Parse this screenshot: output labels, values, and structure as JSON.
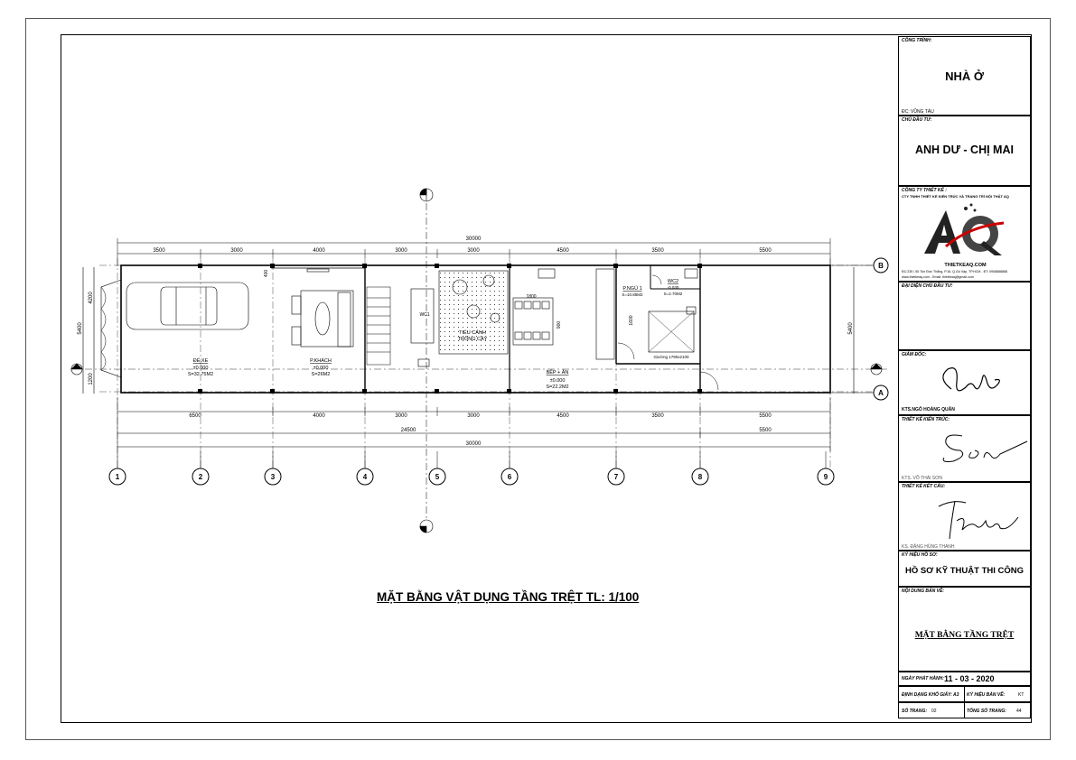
{
  "drawing_title": "MẶT BẰNG VẬT DỤNG TẦNG TRỆT TL: 1/100",
  "plan": {
    "top_total": "30000",
    "top_dims": [
      "3500",
      "3000",
      "4000",
      "3000",
      "3000",
      "4500",
      "3500",
      "5500"
    ],
    "bottom_dims": [
      "6500",
      "4000",
      "3000",
      "3000",
      "4500",
      "3500",
      "5500"
    ],
    "bottom_sub": [
      "24500",
      "5500"
    ],
    "bottom_total": "30000",
    "side_left": [
      "5400",
      "4200"
    ],
    "side_left_small": "1200",
    "side_right": "5400",
    "top_wall": "400",
    "axes_bottom": [
      "1",
      "2",
      "3",
      "4",
      "5",
      "6",
      "7",
      "8",
      "9"
    ],
    "axes_side": [
      "B",
      "A"
    ],
    "rooms": {
      "de_xe": {
        "name": "ĐỂ XE",
        "level": "±0.000",
        "area": "S=32.75M2"
      },
      "p_khach": {
        "name": "P.KHÁCH",
        "level": "±0.000",
        "area": "S=26M2"
      },
      "tieu_canh": {
        "name1": "TIỂU CẢNH",
        "name2": "TRỒNG CÂY"
      },
      "bep_an": {
        "name": "BẾP + ĂN",
        "level": "±0.000",
        "area": "S=22.2M2"
      },
      "p_ngu": {
        "name": "P.NGỦ 1",
        "area": "S=10.85M2"
      },
      "wc1": {
        "name": "WC1"
      },
      "wc2": {
        "name": "WC2",
        "level": "-0.030",
        "area": "S=2.70M2"
      },
      "bed_label": "Giường 1790x2100",
      "dim_1800": "1800",
      "dim_900": "900",
      "dim_1600": "1600"
    }
  },
  "titleblock": {
    "cong_trinh_label": "CÔNG TRÌNH:",
    "cong_trinh": "NHÀ Ở",
    "dia_chi": "ĐC:   VŨNG TÀU",
    "chu_dau_tu_label": "CHỦ ĐẦU TƯ:",
    "chu_dau_tu": "ANH DƯ - CHỊ MAI",
    "cty_label": "CÔNG TY THIẾT KẾ :",
    "cty_name": "CTY TNHH THIẾT KẾ KIẾN TRÚC VÀ TRANG TRÍ NỘI THẤT AQ",
    "logo_url_text": "THIETKEAQ.COM",
    "cty_addr": "ĐC:235 / 55 Tôn Đức Thắng, P.16, Q.Gò Vấp, TP.HCM - ĐT: 0908888888",
    "cty_web": "www.thietkeaq.com - Email: thietkeaq@gmail.com",
    "dai_dien_label": "ĐẠI DIỆN CHỦ ĐẦU TƯ:",
    "giam_doc_label": "GIÁM ĐỐC:",
    "giam_doc_name": "KTS.NGÔ HOÀNG QUÂN",
    "tk_kientruc_label": "THIẾT KẾ KIẾN TRÚC:",
    "tk_kientruc_name": "KTS. VÕ THÁI SƠN",
    "tk_ketcau_label": "THIẾT KẾ KẾT CẤU:",
    "tk_ketcau_name": "KS. ĐẶNG HÙNG THANH",
    "ky_hieu_ho_so_label": "KÝ HIỆU HỒ SƠ:",
    "ky_hieu_ho_so": "HỒ SƠ KỸ THUẬT THI CÔNG",
    "noi_dung_label": "NỘI DUNG BẢN VẼ:",
    "noi_dung": "MẶT BẰNG TẦNG TRỆT",
    "ngay_label": "NGÀY PHÁT HÀNH:",
    "ngay": "11 - 03 - 2020",
    "kho_giay_label": "ĐỊNH DẠNG KHỔ GIẤY: A3",
    "ky_hieu_ban_ve_label": "KÝ HIỆU BẢN VẼ:",
    "ky_hieu_ban_ve": "KT",
    "so_trang_label": "SỐ TRANG:",
    "so_trang": "02",
    "tong_so_trang_label": "TỔNG SỐ TRANG:",
    "tong_so_trang": "44"
  }
}
